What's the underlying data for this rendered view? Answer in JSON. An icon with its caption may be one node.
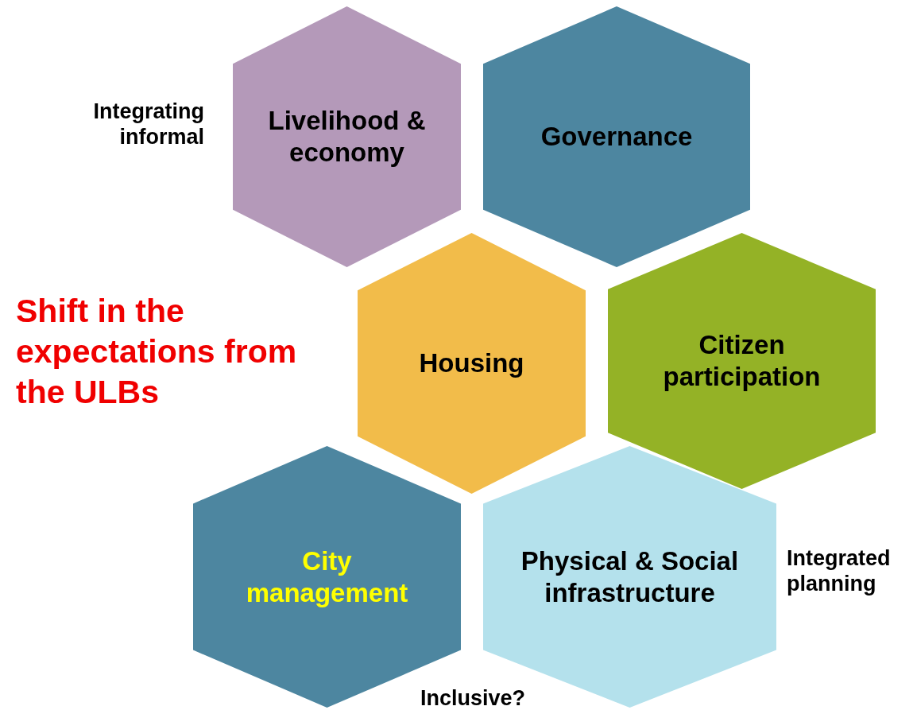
{
  "diagram": {
    "title": "Shift in the expectations from the ULBs",
    "nodes": [
      {
        "text": [
          "Livelihood & economy"
        ],
        "beside": [
          "Integrating informal"
        ]
      },
      {
        "text": [
          "Governance"
        ]
      },
      {
        "text": [
          "Housing"
        ]
      },
      {
        "text": [
          "Citizen participation"
        ]
      },
      {
        "text": [
          "City management"
        ],
        "beside": [
          "Inclusive?"
        ]
      },
      {
        "text": [
          "Physical & Social infrastructure"
        ],
        "beside": [
          "Integrated planning"
        ]
      }
    ]
  }
}
